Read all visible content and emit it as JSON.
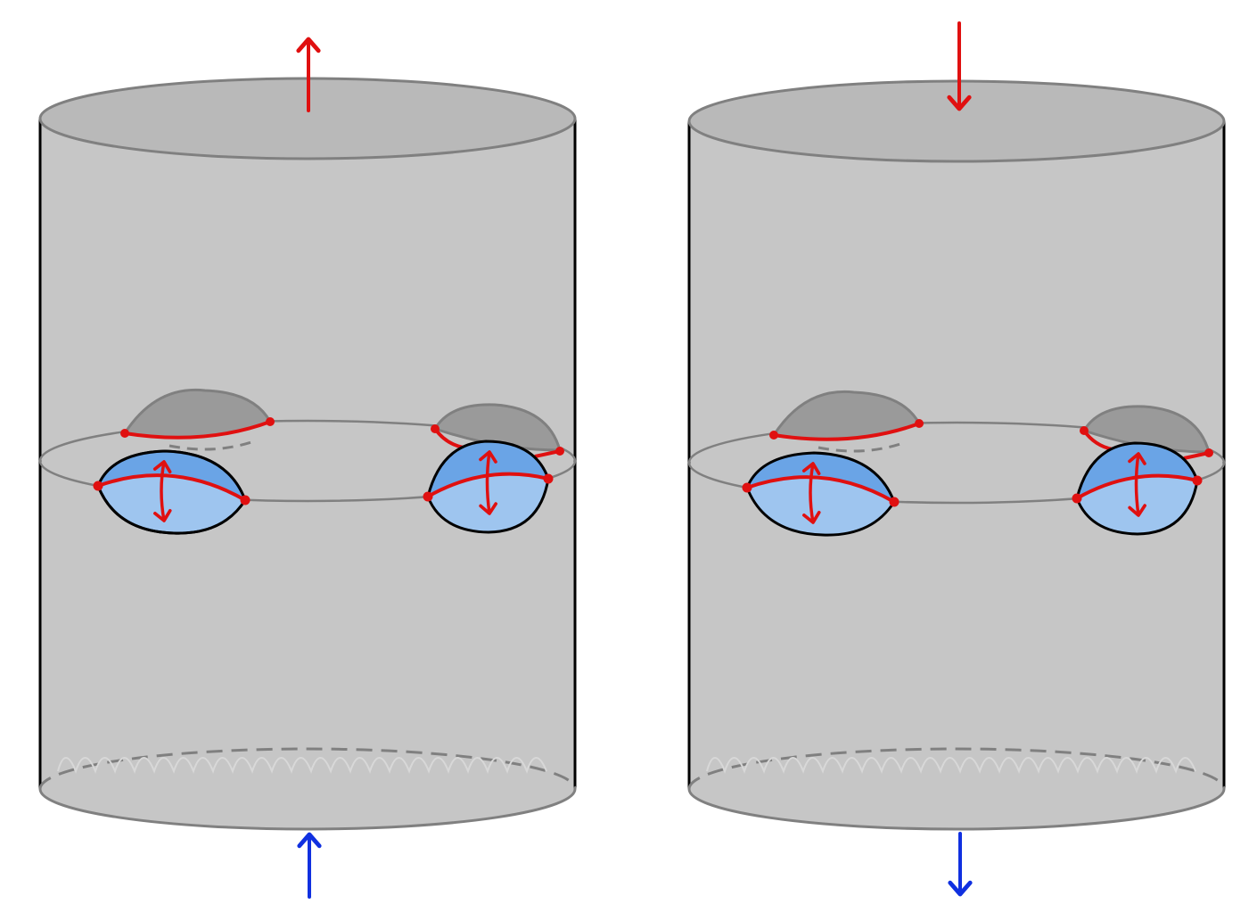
{
  "panels": [
    {
      "id": "left",
      "top_arrow": "up",
      "bottom_arrow": "up",
      "bubble_count": 2
    },
    {
      "id": "right",
      "top_arrow": "down",
      "bottom_arrow": "down",
      "bubble_count": 2
    }
  ],
  "colors": {
    "cylinder_side": "#c6c6c6",
    "cylinder_cap": "#b9b9b9",
    "cylinder_edge": "#808080",
    "outline": "#000000",
    "bubble_dark": "#9a9a9a",
    "bubble_fill": "#9ec5ef",
    "bubble_fill_upper": "#6aa4e6",
    "red": "#e01010",
    "blue": "#1030e0"
  }
}
